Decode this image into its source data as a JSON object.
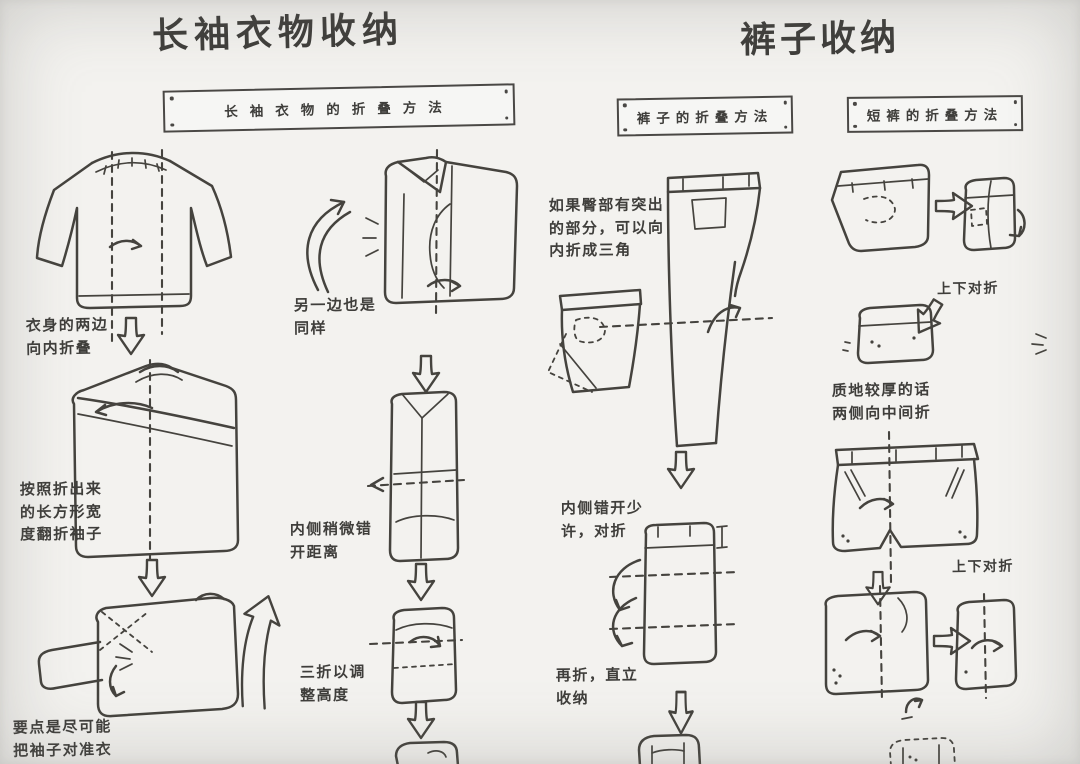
{
  "style": {
    "ink_color": "#45433e",
    "paper_color": "#f3f2ef"
  },
  "left_section": {
    "title": "长袖衣物收纳",
    "method_box": {
      "label": "长袖衣物的折叠方法"
    },
    "column1": {
      "note_fold_sides": "衣身的两边\n向内折叠",
      "note_fold_sleeves": "按照折出来\n的长方形宽\n度翻折袖子",
      "note_key_point": "要点是尽可能\n把袖子对准衣"
    },
    "column2": {
      "note_other_side": "另一边也是\n同样",
      "note_offset": "内侧稍微错\n开距离",
      "note_three_fold": "三折以调\n整高度"
    }
  },
  "right_section": {
    "title": "裤子收纳",
    "pants_method_box": {
      "label": "裤子的折叠方法"
    },
    "shorts_method_box": {
      "label": "短裤的折叠方法"
    },
    "pants_column": {
      "note_hip": "如果臀部有突出\n的部分，可以向\n内折成三角",
      "note_offset_fold": "内侧错开少\n许，对折",
      "note_refold": "再折，直立\n收纳"
    },
    "shorts_column": {
      "note_fold_half_1": "上下对折",
      "note_thick_fabric": "质地较厚的话\n两侧向中间折",
      "note_fold_half_2": "上下对折"
    }
  }
}
